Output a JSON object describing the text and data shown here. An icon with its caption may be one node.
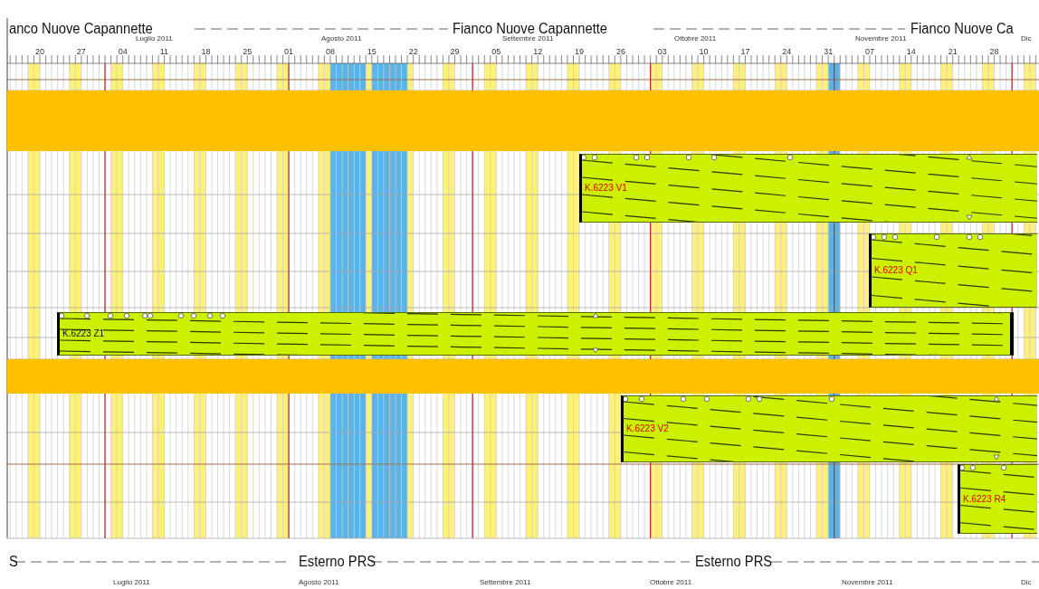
{
  "diagram": {
    "nodes": [
      {
        "text": [
          "K.6223 V1"
        ]
      },
      {
        "text": [
          "K.6223 Q1"
        ]
      },
      {
        "text": [
          "K.6223 Z1"
        ]
      },
      {
        "text": [
          "K.6223 V2"
        ]
      },
      {
        "text": [
          "K.6223 R4"
        ]
      }
    ],
    "labels": [
      "anco Nuove Capannette",
      "Fianco Nuove Capannette",
      "Fianco Nuove Ca",
      "Luglio 2011",
      "Agosto 2011",
      "Settembre 2011",
      "Ottobre 2011",
      "Novembre 2011",
      "Dic",
      "20",
      "27",
      "04",
      "11",
      "18",
      "25",
      "01",
      "08",
      "15",
      "22",
      "29",
      "05",
      "12",
      "19",
      "26",
      "03",
      "10",
      "17",
      "24",
      "31",
      "07",
      "14",
      "21",
      "28",
      "S",
      "Esterno PRS",
      "Esterno PRS",
      "Luglio 2011",
      "Agosto 2011",
      "Settembre 2011",
      "Ottobre 2011",
      "Novembre 2011",
      "Dic"
    ]
  }
}
